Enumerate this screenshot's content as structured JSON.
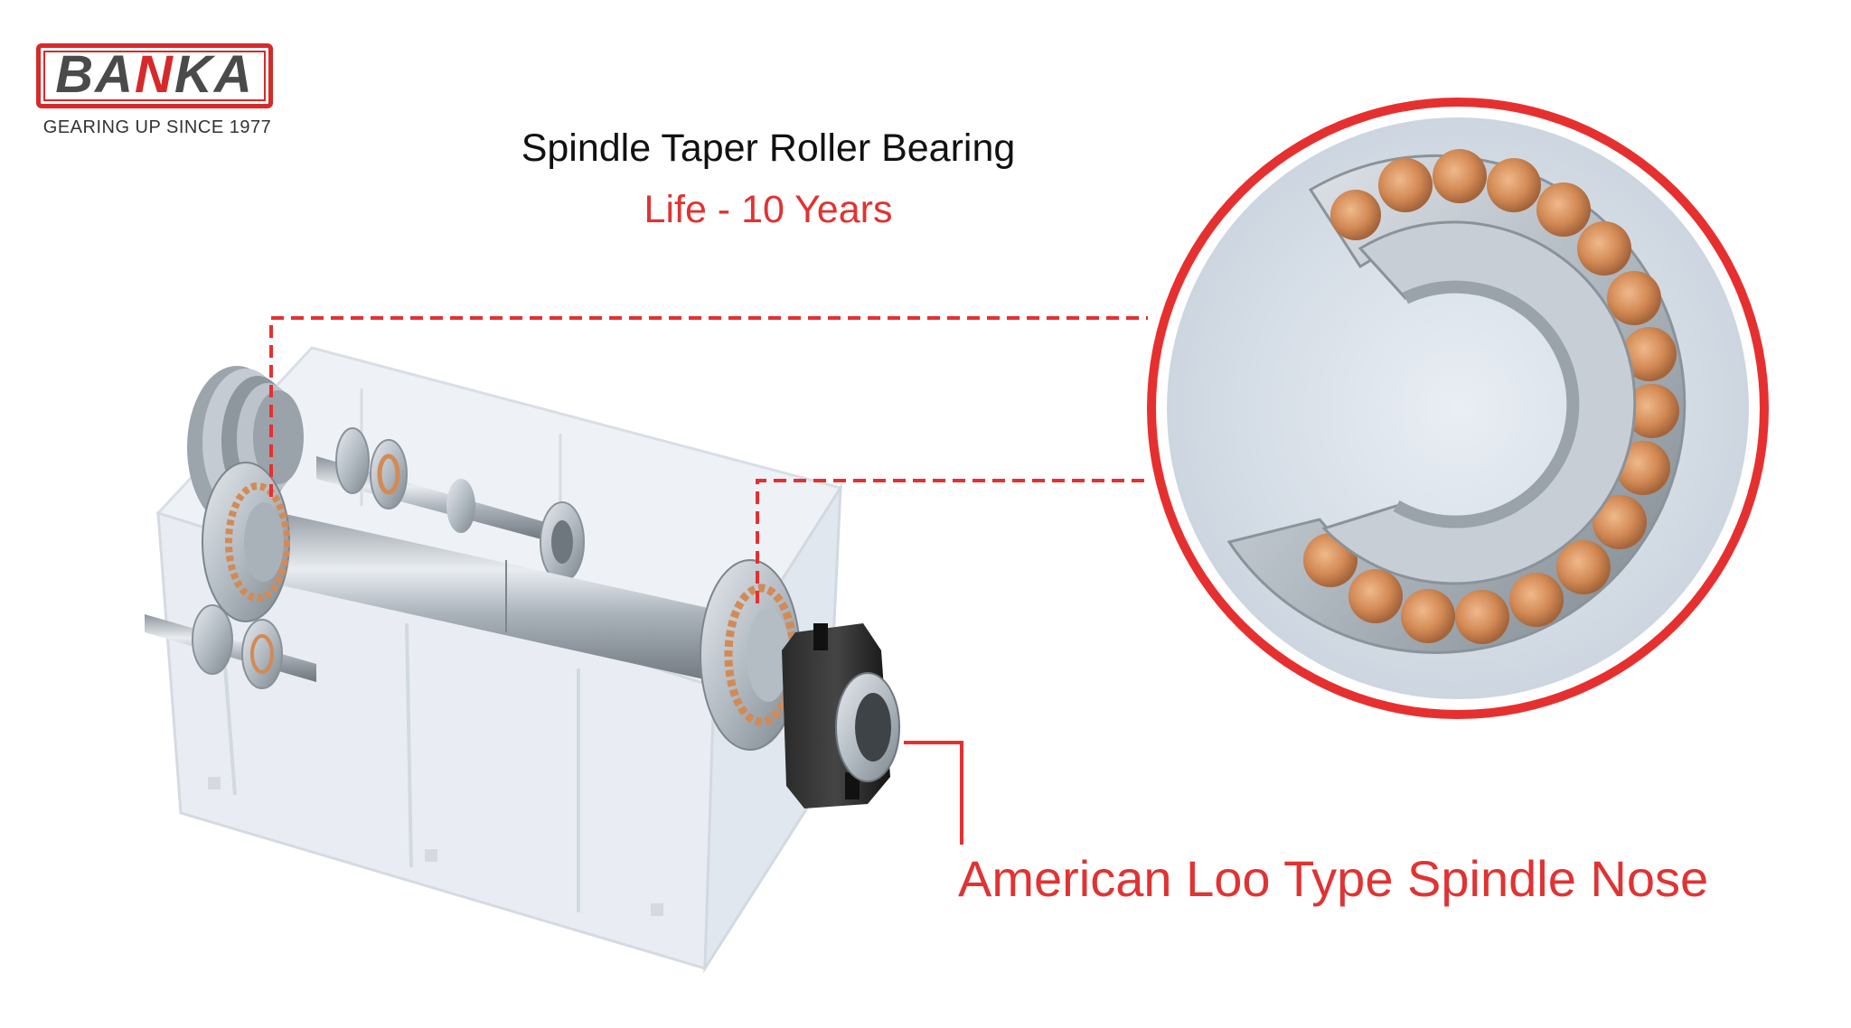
{
  "logo": {
    "brand": "BANKA",
    "tagline": "GEARING UP SINCE 1977"
  },
  "header": {
    "title": "Spindle Taper Roller Bearing",
    "subtitle": "Life - 10 Years"
  },
  "callouts": {
    "spindle_nose": "American Loo Type Spindle Nose"
  },
  "colors": {
    "accent_red": "#e03333",
    "roller_copper": "#d38a55",
    "steel": "#b9c0c8",
    "housing": "#e8edf3"
  }
}
